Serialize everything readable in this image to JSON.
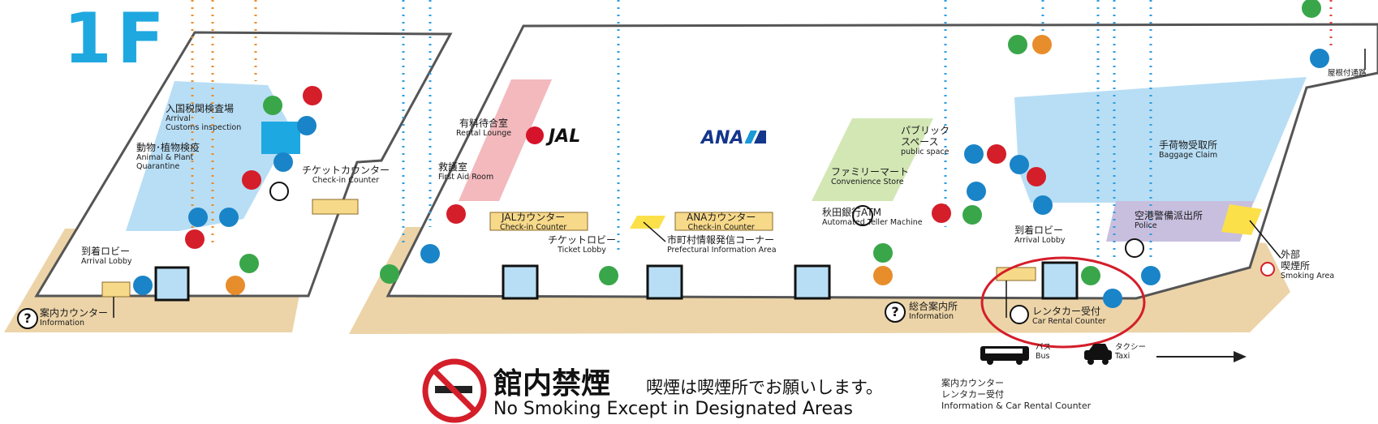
{
  "floor": "1F",
  "areas": {
    "customs": {
      "ja": "入国税関検査場",
      "en1": "Arrival",
      "en2": "Customs inspection"
    },
    "quarantine": {
      "ja": "動物･植物検疫",
      "en1": "Animal & Plant",
      "en2": "Quarantine"
    },
    "checkin_left": {
      "ja": "チケットカウンター",
      "en": "Check-in Counter"
    },
    "arrival_lobby_left": {
      "ja": "到着ロビー",
      "en": "Arrival Lobby"
    },
    "info_left": {
      "ja": "案内カウンター",
      "en": "Information"
    },
    "rental_lounge": {
      "ja": "有料待合室",
      "en": "Rental Lounge"
    },
    "first_aid": {
      "ja": "救護室",
      "en": "First Aid Room"
    },
    "jal_counter": {
      "ja": "JALカウンター",
      "en": "Check-in Counter"
    },
    "ana_counter": {
      "ja": "ANAカウンター",
      "en": "Check-in Counter"
    },
    "ticket_lobby": {
      "ja": "チケットロビー",
      "en": "Ticket Lobby"
    },
    "prefectural_info": {
      "ja": "市町村情報発信コーナー",
      "en": "Prefectural Information Area"
    },
    "atm": {
      "ja": "秋田銀行ATM",
      "en": "Automated Teller Machine"
    },
    "family_mart": {
      "ja": "ファミリーマート",
      "en": "Convenience Store"
    },
    "public_space": {
      "ja1": "パブリック",
      "ja2": "スペース",
      "en": "public space"
    },
    "general_info": {
      "ja": "総合案内所",
      "en": "Information"
    },
    "arrival_lobby_right": {
      "ja": "到着ロビー",
      "en": "Arrival Lobby"
    },
    "car_rental": {
      "ja": "レンタカー受付",
      "en": "Car Rental Counter"
    },
    "baggage_claim": {
      "ja": "手荷物受取所",
      "en": "Baggage Claim"
    },
    "police": {
      "ja": "空港警備派出所",
      "en": "Police"
    },
    "smoking_area": {
      "ja1": "外部",
      "ja2": "喫煙所",
      "en": "Smoking Area"
    },
    "covered_walkway": {
      "ja": "屋根付通路"
    },
    "bus": {
      "ja": "バス",
      "en": "Bus"
    },
    "taxi": {
      "ja": "タクシー",
      "en": "Taxi"
    }
  },
  "brands": {
    "jal": "JAL",
    "ana": "ANA"
  },
  "notice": {
    "ja": "館内禁煙",
    "ja_sub": "喫煙は喫煙所でお願いします。",
    "en": "No Smoking  Except in Designated Areas"
  },
  "legend_note": {
    "line1": "案内カウンター",
    "line2": "レンタカー受付",
    "line3": "Information & Car Rental Counter"
  },
  "colors": {
    "floor_blue": "#1fa8e0",
    "area_blue": "#b8def5",
    "sand": "#ecd4a8",
    "lounge_pink": "#f3b9bd",
    "store_green": "#d3e7b5",
    "police_lilac": "#c8bfdf",
    "counter_yellow": "#f7d98a",
    "highlight_red": "#d41e2a"
  }
}
